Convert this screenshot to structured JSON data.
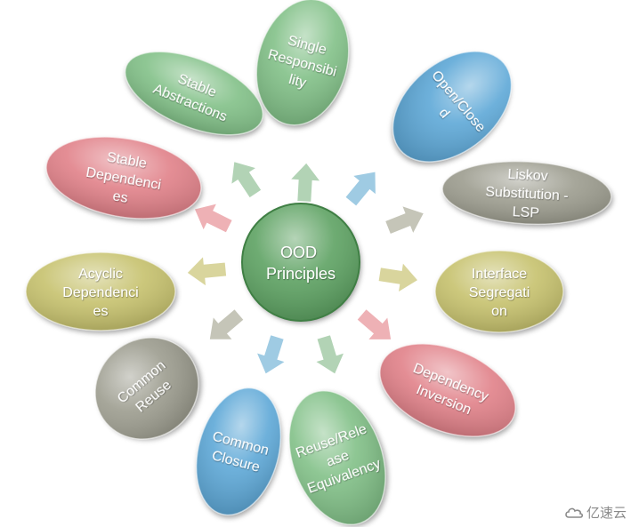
{
  "center": {
    "lines": [
      "OOD",
      "Principles"
    ],
    "color": "#5aa05e"
  },
  "petals": [
    {
      "id": "single-responsibility",
      "lines": [
        "Single",
        "Responsibi",
        "lity"
      ],
      "color": "#7fbf85",
      "arrow_color": "#b2d3b5"
    },
    {
      "id": "open-closed",
      "lines": [
        "Open/Close",
        "d"
      ],
      "color": "#5aa6d6",
      "arrow_color": "#9fcbe3"
    },
    {
      "id": "liskov-substitution",
      "lines": [
        "Liskov",
        "Substitution -",
        "LSP"
      ],
      "color": "#9a9a8c",
      "arrow_color": "#c5c5b8"
    },
    {
      "id": "interface-segregation",
      "lines": [
        "Interface",
        "Segregati",
        "on"
      ],
      "color": "#c5c06a",
      "arrow_color": "#d9d59d"
    },
    {
      "id": "dependency-inversion",
      "lines": [
        "Dependency",
        "Inversion"
      ],
      "color": "#e07e86",
      "arrow_color": "#eeb1b5"
    },
    {
      "id": "reuse-release-equivalency",
      "lines": [
        "Reuse/Rele",
        "ase",
        "Equivalency"
      ],
      "color": "#7fbf85",
      "arrow_color": "#b2d3b5"
    },
    {
      "id": "common-closure",
      "lines": [
        "Common",
        "Closure"
      ],
      "color": "#5aa6d6",
      "arrow_color": "#9fcbe3"
    },
    {
      "id": "common-reuse",
      "lines": [
        "Common",
        "Reuse"
      ],
      "color": "#9a9a8c",
      "arrow_color": "#c5c5b8"
    },
    {
      "id": "acyclic-dependencies",
      "lines": [
        "Acyclic",
        "Dependenci",
        "es"
      ],
      "color": "#c5c06a",
      "arrow_color": "#d9d59d"
    },
    {
      "id": "stable-dependencies",
      "lines": [
        "Stable",
        "Dependenci",
        "es"
      ],
      "color": "#e07e86",
      "arrow_color": "#eeb1b5"
    },
    {
      "id": "stable-abstractions",
      "lines": [
        "Stable",
        "Abstractions"
      ],
      "color": "#7fbf85",
      "arrow_color": "#b2d3b5"
    }
  ],
  "watermark": {
    "text": "亿速云",
    "icon": "cloud-logo-icon"
  }
}
